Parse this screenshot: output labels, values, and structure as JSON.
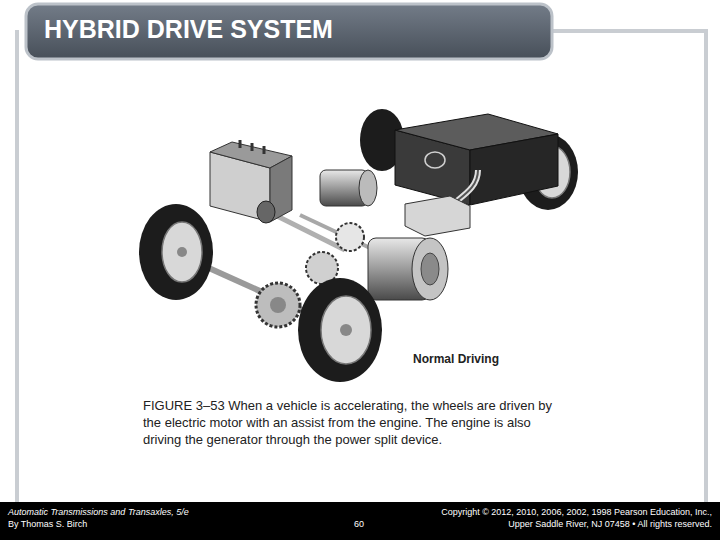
{
  "diagram": {
    "title": "HYBRID DRIVE SYSTEM",
    "caption": "FIGURE 3–53 When a vehicle is accelerating, the wheels are driven by the electric motor with an assist from the engine. The engine is also driving the generator through the power split device.",
    "labels": [
      "Normal Driving",
      "Automatic Transmissions and Transaxles, 5/e",
      "By Thomas S. Birch",
      "60",
      "Copyright © 2012, 2010, 2006, 2002, 1998 Pearson Education, Inc.,",
      "Upper Saddle River, NJ 07458 • All rights reserved."
    ]
  }
}
